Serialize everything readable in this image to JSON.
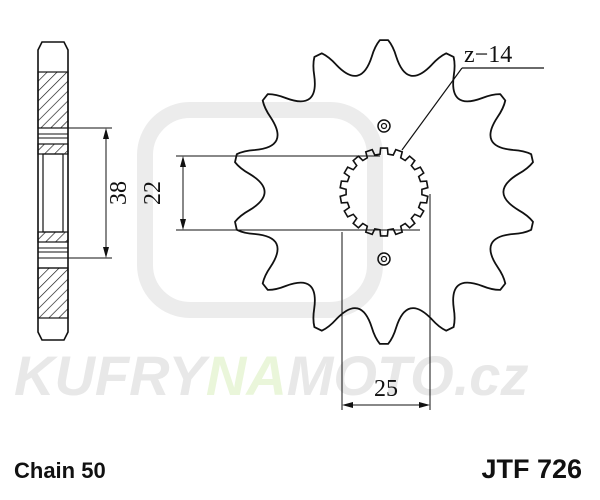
{
  "title": {
    "chain": "Chain 50",
    "part_number": "JTF 726"
  },
  "dimensions": {
    "teeth_label": "z−14",
    "inner_diameter": "22",
    "bolt_spacing": "38",
    "spline_width": "25"
  },
  "watermark": {
    "part1": "KUFRY",
    "part2": "NA",
    "part3": "MOTO",
    "part4": ".cz"
  },
  "sprocket": {
    "teeth": 14
  },
  "colors": {
    "line": "#111111",
    "watermark_gray": "#e8e8e8",
    "watermark_green": "#eaf6da"
  }
}
